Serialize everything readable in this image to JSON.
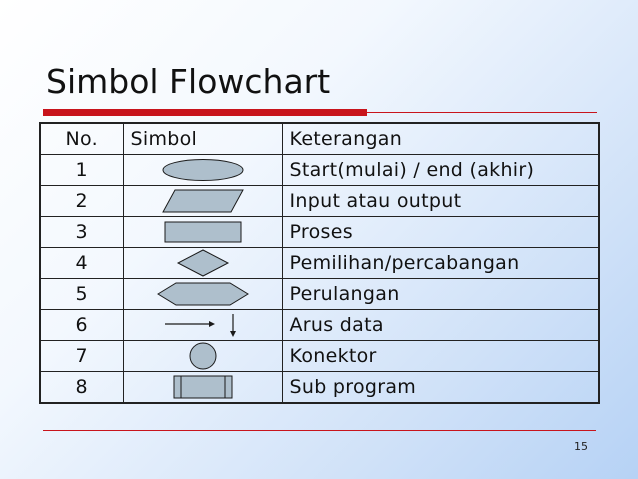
{
  "slide": {
    "title": "Simbol Flowchart",
    "page_number": "15"
  },
  "table": {
    "headers": {
      "no": "No.",
      "symbol": "Simbol",
      "description": "Keterangan"
    },
    "rows": [
      {
        "no": "1",
        "symbol_icon": "oval-terminator-icon",
        "description": "Start(mulai) / end (akhir)"
      },
      {
        "no": "2",
        "symbol_icon": "parallelogram-io-icon",
        "description": "Input atau output"
      },
      {
        "no": "3",
        "symbol_icon": "rectangle-process-icon",
        "description": "Proses"
      },
      {
        "no": "4",
        "symbol_icon": "diamond-decision-icon",
        "description": "Pemilihan/percabangan"
      },
      {
        "no": "5",
        "symbol_icon": "hexagon-loop-icon",
        "description": "Perulangan"
      },
      {
        "no": "6",
        "symbol_icon": "flow-arrows-icon",
        "description": "Arus data"
      },
      {
        "no": "7",
        "symbol_icon": "circle-connector-icon",
        "description": "Konektor"
      },
      {
        "no": "8",
        "symbol_icon": "subprogram-box-icon",
        "description": "Sub program"
      }
    ]
  },
  "colors": {
    "accent_red": "#c8141c",
    "symbol_fill": "#aebfcc",
    "symbol_stroke": "#1a1a1a"
  }
}
